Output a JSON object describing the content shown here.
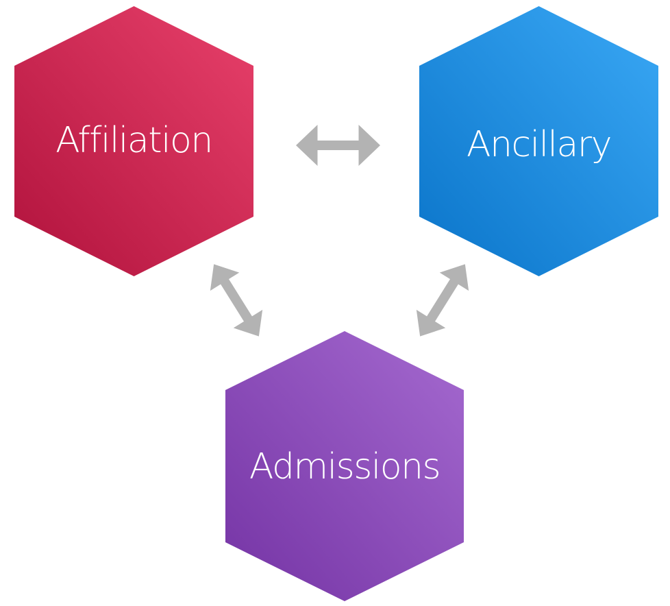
{
  "diagram": {
    "title": "",
    "nodes": [
      {
        "id": "affiliation",
        "label": "Affiliation",
        "color_start": "#b0123c",
        "color_end": "#e8416b"
      },
      {
        "id": "ancillary",
        "label": "Ancillary",
        "color_start": "#0a74c9",
        "color_end": "#3aa8f5"
      },
      {
        "id": "admissions",
        "label": "Admissions",
        "color_start": "#7433a4",
        "color_end": "#a56ad0"
      }
    ],
    "edges": [
      {
        "from": "affiliation",
        "to": "ancillary",
        "type": "bidirectional"
      },
      {
        "from": "affiliation",
        "to": "admissions",
        "type": "bidirectional"
      },
      {
        "from": "ancillary",
        "to": "admissions",
        "type": "bidirectional"
      }
    ],
    "arrow_color": "#b3b3b3"
  }
}
